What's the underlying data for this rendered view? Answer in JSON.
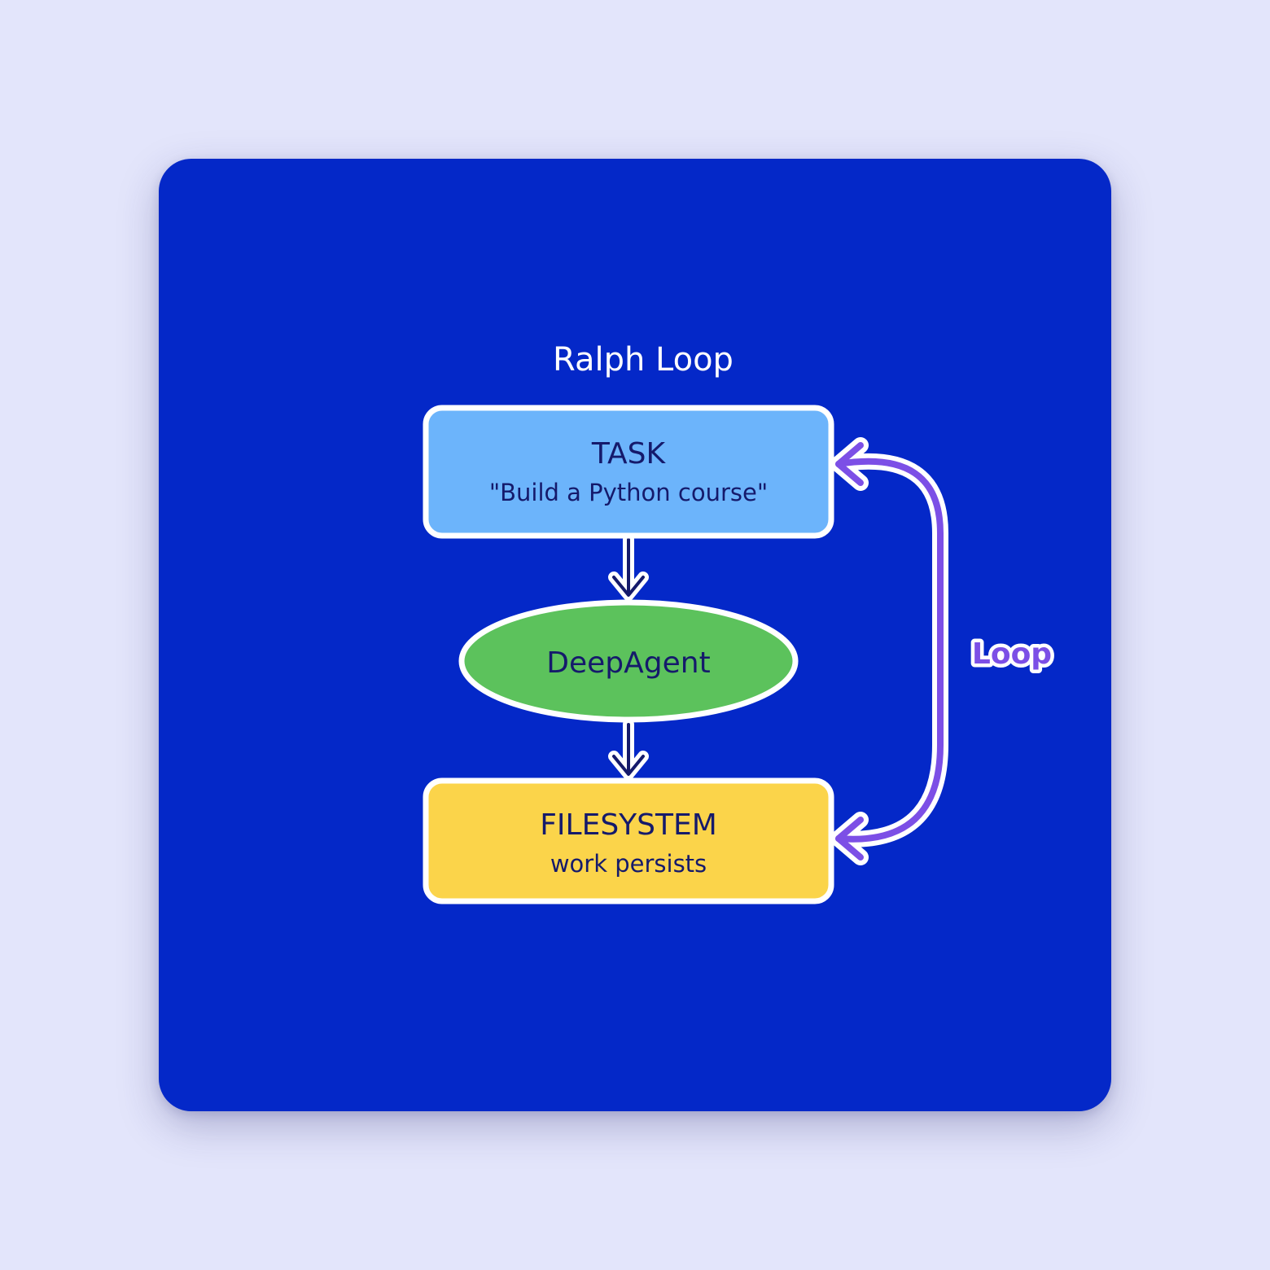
{
  "title": "Ralph Loop",
  "nodes": {
    "task": {
      "title": "TASK",
      "subtitle": "\"Build a Python course\""
    },
    "agent": {
      "title": "DeepAgent"
    },
    "filesystem": {
      "title": "FILESYSTEM",
      "subtitle": "work persists"
    }
  },
  "edges": {
    "loop_label": "Loop"
  },
  "colors": {
    "background": "#e3e5fb",
    "card": "#0428c8",
    "task_fill": "#6cb4fb",
    "agent_fill": "#5cc25c",
    "filesystem_fill": "#fbd44a",
    "outline": "#ffffff",
    "text": "#151a6b",
    "loop_arrow": "#7c4fe6"
  }
}
